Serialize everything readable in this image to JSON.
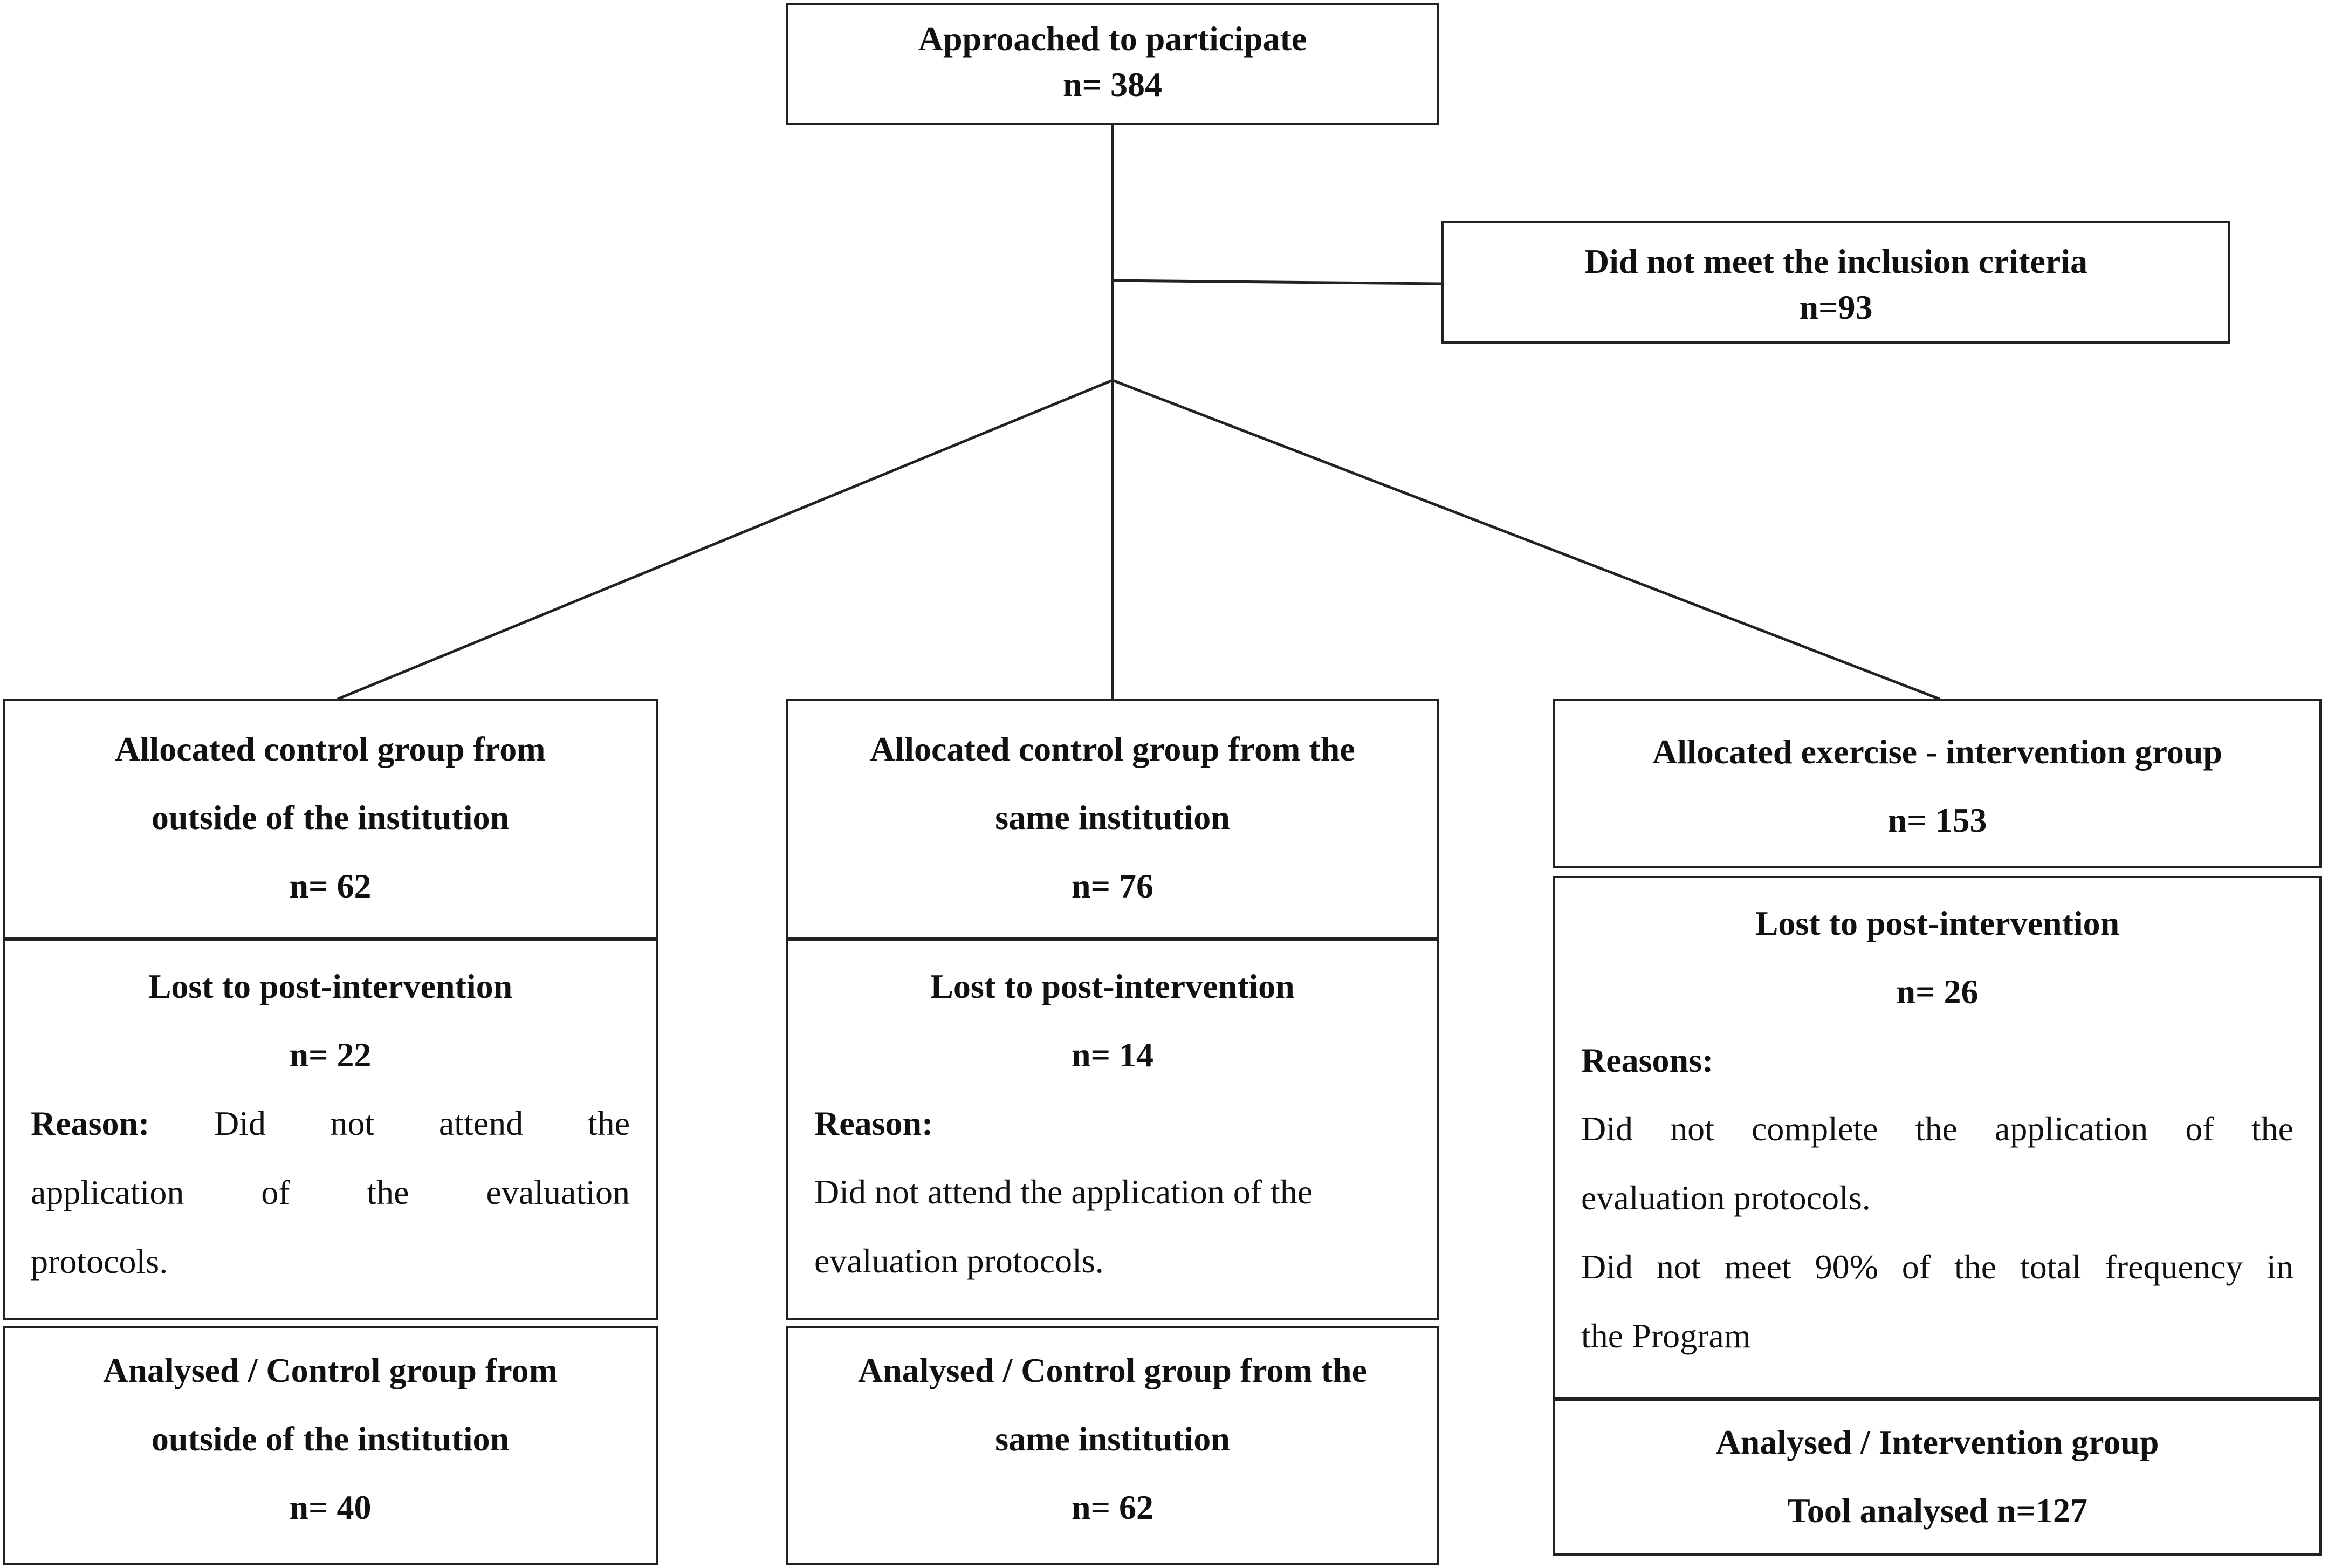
{
  "top": {
    "title": "Approached  to participate",
    "n": "n= 384"
  },
  "excluded": {
    "title": "Did not meet the inclusion criteria",
    "n": "n=93"
  },
  "col1": {
    "alloc": [
      "Allocated control group from",
      "outside of the institution",
      "n= 62"
    ],
    "lost_title": "Lost to post-intervention",
    "lost_n": "n= 22",
    "reason_label": "Reason:",
    "reason_lines": [
      "Did not attend the",
      "application of the evaluation",
      "protocols."
    ],
    "analysed": [
      "Analysed / Control group from",
      "outside of the institution",
      "n= 40"
    ]
  },
  "col2": {
    "alloc": [
      "Allocated control group from the",
      "same institution",
      "n= 76"
    ],
    "lost_title": "Lost to post-intervention",
    "lost_n": "n= 14",
    "reason_label": "Reason:",
    "reason_lines": [
      "Did not attend the application of the",
      "evaluation protocols."
    ],
    "analysed": [
      "Analysed / Control group from the",
      "same institution",
      "n= 62"
    ]
  },
  "col3": {
    "alloc": [
      "Allocated exercise - intervention group",
      "n= 153"
    ],
    "lost_title": "Lost to post-intervention",
    "lost_n": "n= 26",
    "reason_label": "Reasons:",
    "reason_lines": [
      "Did not complete the application of the",
      "evaluation protocols.",
      "Did not meet 90% of the total frequency in",
      "the Program"
    ],
    "analysed": [
      "Analysed / Intervention  group",
      "Tool analysed n=127"
    ]
  }
}
